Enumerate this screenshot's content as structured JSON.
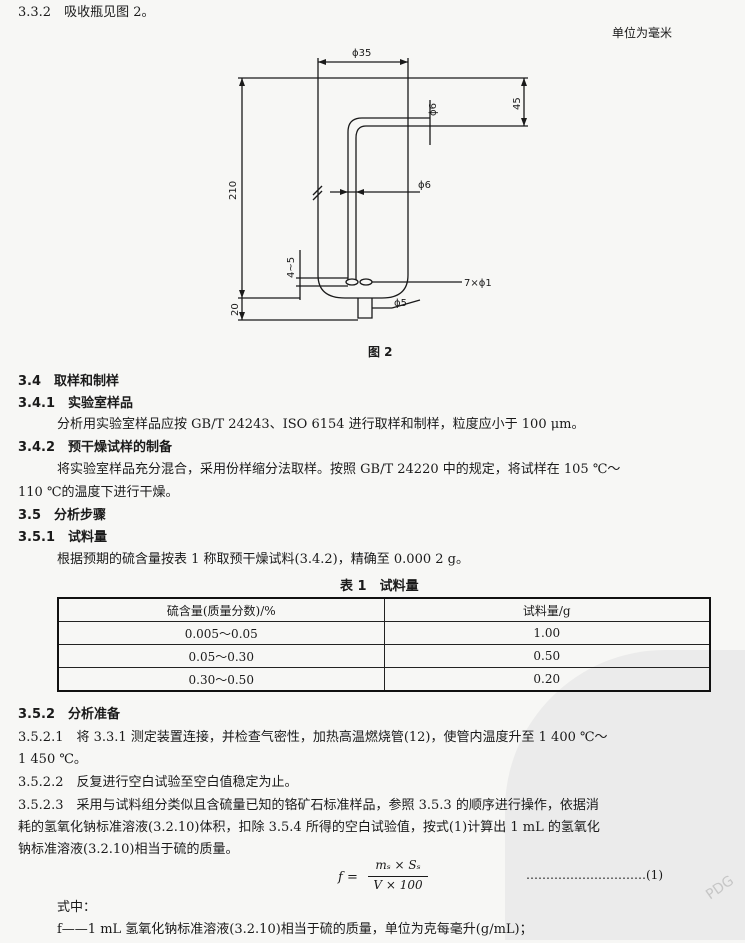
{
  "header": {
    "section_332": "3.3.2　吸收瓶见图 2。",
    "unit_note": "单位为毫米"
  },
  "figure": {
    "dim_top": "ϕ35",
    "dim_height": "210",
    "dim_tube_top": "ϕ6",
    "dim_45": "45",
    "dim_tube_mid": "ϕ6",
    "dim_45_range": "4~5",
    "dim_holes": "7×ϕ1",
    "dim_bottom_height": "20",
    "dim_outlet": "ϕ5",
    "caption": "图 2"
  },
  "sections": {
    "s34": "3.4　取样和制样",
    "s341": "3.4.1　实验室样品",
    "s341_text": "分析用实验室样品应按 GB/T 24243、ISO 6154 进行取样和制样，粒度应小于 100 μm。",
    "s342": "3.4.2　预干燥试样的制备",
    "s342_text1": "将实验室样品充分混合，采用份样缩分法取样。按照 GB/T 24220 中的规定，将试样在 105 ℃～",
    "s342_text2": "110 ℃的温度下进行干燥。",
    "s35": "3.5　分析步骤",
    "s351": "3.5.1　试料量",
    "s351_text": "根据预期的硫含量按表 1 称取预干燥试料(3.4.2)，精确至 0.000 2 g。",
    "table_title": "表 1　试料量",
    "s352": "3.5.2　分析准备",
    "s3521_text1": "3.5.2.1　将 3.3.1 测定装置连接，并检查气密性，加热高温燃烧管(12)，使管内温度升至 1 400 ℃～",
    "s3521_text2": "1 450 ℃。",
    "s3522_text": "3.5.2.2　反复进行空白试验至空白值稳定为止。",
    "s3523_text1": "3.5.2.3　采用与试料组分类似且含硫量已知的铬矿石标准样品，参照 3.5.3 的顺序进行操作，依据消",
    "s3523_text2": "耗的氢氧化钠标准溶液(3.2.10)体积，扣除 3.5.4 所得的空白试验值，按式(1)计算出 1 mL 的氢氧化",
    "s3523_text3": "钠标准溶液(3.2.10)相当于硫的质量。",
    "formula_lhs": "f =",
    "formula_num": "mₛ × Sₛ",
    "formula_den": "V × 100",
    "formula_no": "…………………………(1)",
    "where": "式中：",
    "def_f": "f——1 mL 氢氧化钠标准溶液(3.2.10)相当于硫的质量，单位为克每毫升(g/mL)；"
  },
  "table1": {
    "headers": [
      "硫含量(质量分数)/%",
      "试料量/g"
    ],
    "rows": [
      [
        "0.005～0.05",
        "1.00"
      ],
      [
        "0.05～0.30",
        "0.50"
      ],
      [
        "0.30～0.50",
        "0.20"
      ]
    ]
  },
  "watermark_text": "PDG"
}
